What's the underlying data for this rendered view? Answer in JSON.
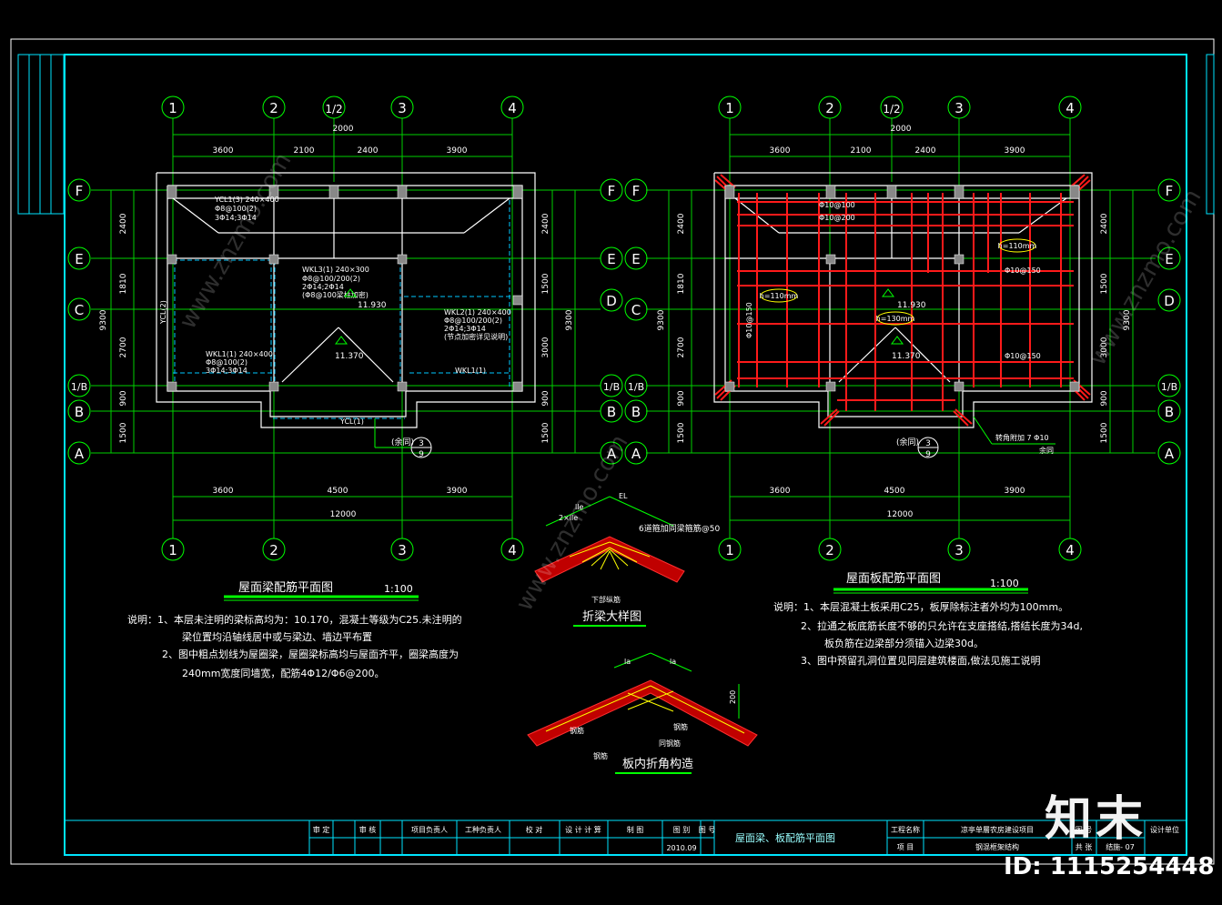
{
  "axes": {
    "num_top": [
      "1",
      "2",
      "1/2",
      "3",
      "4"
    ],
    "num_bottom": [
      "1",
      "2",
      "3",
      "4"
    ],
    "letters": [
      "F",
      "E",
      "C",
      "1/B",
      "B",
      "A"
    ],
    "letters_right_beam": [
      "F",
      "E",
      "D",
      "1/B",
      "B",
      "A"
    ]
  },
  "dims": {
    "total_top": "2000",
    "top_segments": [
      "3600",
      "2100",
      "2400",
      "3900"
    ],
    "bottom_segments": [
      "3600",
      "4500",
      "3900"
    ],
    "total_bottom": "12000",
    "left_segments": [
      "2400",
      "1810",
      "2700",
      "900",
      "1500"
    ],
    "left_total": "9300",
    "right_segments": [
      "2400",
      "1500",
      "3000",
      "900",
      "1500"
    ],
    "right_total": "9300"
  },
  "beam_plan": {
    "labels": {
      "wkl3": "YCL1(3) 240×400",
      "wkl3_b": "Φ8@100(2)",
      "wkl3_c": "3Φ14;3Φ14",
      "wkl3b": "WKL3(1) 240×300",
      "wkl3b_b": "Φ8@100/200(2)",
      "wkl3b_c": "2Φ14;2Φ14",
      "wkl3b_d": "(Φ8@100梁柱加密)",
      "wkl2": "WKL2(1) 240×400",
      "wkl2_b": "Φ8@100/200(2)",
      "wkl2_c": "2Φ14;3Φ14",
      "wkl2_d": "(节点加密详见说明)",
      "wkl1": "WKL1(1) 240×400",
      "wkl1_b": "Φ8@100(2)",
      "wkl1_c": "3Φ14;3Φ14",
      "wkl1_r": "WKL1(1)",
      "ycl2": "YCL(2)",
      "ycl_b": "YCL(1)",
      "elev1": "11.930",
      "elev2": "11.370",
      "detail_ref": "(余同)",
      "detail_no": "3",
      "detail_sheet": "9"
    },
    "title": "屋面梁配筋平面图",
    "scale": "1:100",
    "notes": [
      "说明：1、本层未注明的梁标高均为：10.170，混凝土等级为C25.未注明的",
      "梁位置均沿轴线居中或与梁边、墙边平布置",
      "2、图中粗点划线为屋圈梁，屋圈梁标高均与屋面齐平，圈梁高度为",
      "240mm宽度同墙宽，配筋4Φ12/Φ6@200。"
    ]
  },
  "slab_plan": {
    "labels": {
      "r1": "Φ10@100",
      "r2": "Φ10@200",
      "h1": "h=110mm",
      "h2": "h=110mm",
      "h3": "h=130mm",
      "r3": "Φ10@150",
      "r4": "Φ10@150",
      "r5": "Φ10@150",
      "elev1": "11.930",
      "elev2": "11.370",
      "edge": "转角附加 7 Φ10",
      "edge2": "余同",
      "detail_ref": "(余同)",
      "detail_no": "3",
      "detail_sheet": "9"
    },
    "title": "屋面板配筋平面图",
    "scale": "1:100",
    "notes": [
      "说明：1、本层混凝土板采用C25，板厚除标注者外均为100mm。",
      "2、拉通之板底筋长度不够的只允许在支座搭结,搭结长度为34d,",
      "板负筋在边梁部分须锚入边梁30d。",
      "3、图中预留孔洞位置见同层建筑楼面,做法见施工说明"
    ]
  },
  "detail_beam": {
    "title": "折梁大样图",
    "label1": "6道箍加同梁箍筋@50",
    "label2": "下部纵筋",
    "dims": [
      "2×lle",
      "lle",
      "EL"
    ]
  },
  "detail_slab": {
    "title": "板内折角构造",
    "labels": [
      "钢筋",
      "钢筋",
      "钢筋",
      "同钢筋"
    ],
    "dims": [
      "la",
      "la",
      "200"
    ]
  },
  "title_block": {
    "drawing_title": "屋面梁、板配筋平面图",
    "date": "2010.09",
    "headers": [
      "审 定",
      "审 核",
      "项目负责人",
      "工种负责人",
      "校 对",
      "设 计 计 算",
      "制 图",
      "图 别",
      "图 号"
    ],
    "project_label": "工程名称",
    "project_name": "凉亭单層农房建设项目",
    "item_label": "项 目",
    "item_name": "钢混框架结构",
    "sheet_label": "图 号",
    "sheet_no": "结施- 07",
    "sheet_total": "共 张",
    "company": "设计单位"
  },
  "watermark": {
    "brand": "知末",
    "id": "ID: 1115254448",
    "site": "www.znzmo.com"
  },
  "colors": {
    "grid": "#00d000",
    "frame": "#00e5ff",
    "rebar": "#ff1a1a",
    "wall": "#ffffff",
    "bg": "#000000"
  }
}
